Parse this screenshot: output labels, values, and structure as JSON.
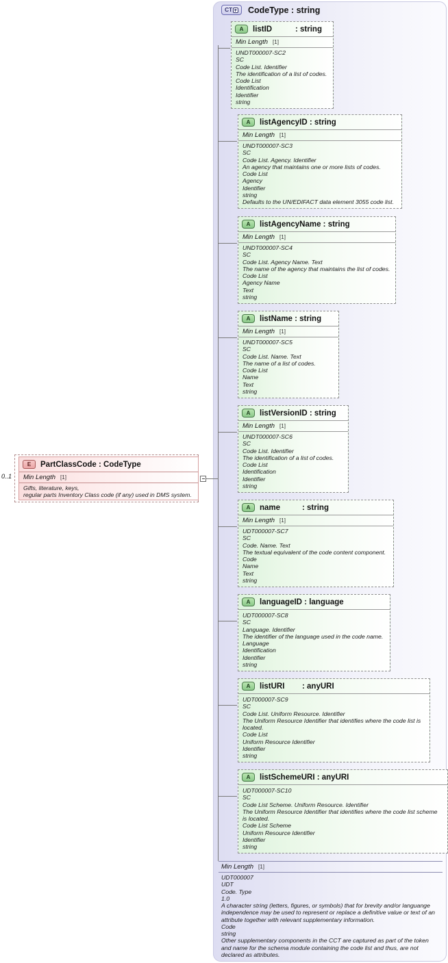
{
  "diagram": {
    "type": "xsd-schema-diagram",
    "background_color": "#ffffff",
    "container_color": "#e2e2f3",
    "attribute_color": "#e6f6e4",
    "element_color": "#fbe3e3"
  },
  "complex_type": {
    "badge": "CT",
    "badge_icon": "expand-plus-icon",
    "title": "CodeType : string",
    "footer": {
      "min_length_label": "Min Length",
      "cardinality": "[1]",
      "lines": [
        "UDT000007",
        "UDT",
        "Code. Type",
        "1.0",
        "A character string (letters, figures, or symbols) that for brevity and/or languange independence may be used to represent or replace a definitive value or text of an attribute together with relevant supplementary information.",
        "Code",
        "string",
        "Other supplementary components in the CCT are captured as part of the token and name for the schema module containing the code list and thus, are not declared as attributes."
      ]
    }
  },
  "element": {
    "badge": "E",
    "title": "PartClassCode : CodeType",
    "occurrence": "0..1",
    "min_length_label": "Min Length",
    "cardinality": "[1]",
    "lines": [
      "Gifts, literature, keys,",
      "regular parts Inventory Class code (if any) used in DMS system."
    ]
  },
  "attributes": [
    {
      "badge": "A",
      "name": "listID",
      "type": ": string",
      "has_min_length": true,
      "min_length_label": "Min Length",
      "cardinality": "[1]",
      "lines": [
        "UNDT000007-SC2",
        "SC",
        "Code List. Identifier",
        "The identification of a list of codes.",
        "Code List",
        "Identification",
        "Identifier",
        "string"
      ]
    },
    {
      "badge": "A",
      "name": "listAgencyID : string",
      "type": "",
      "has_min_length": true,
      "min_length_label": "Min Length",
      "cardinality": "[1]",
      "lines": [
        "UNDT000007-SC3",
        "SC",
        "Code List. Agency. Identifier",
        "An agency that maintains one or more lists of codes.",
        "Code List",
        "Agency",
        "Identifier",
        "string",
        "Defaults to the UN/EDIFACT data element 3055 code list."
      ]
    },
    {
      "badge": "A",
      "name": "listAgencyName : string",
      "type": "",
      "has_min_length": true,
      "min_length_label": "Min Length",
      "cardinality": "[1]",
      "lines": [
        "UNDT000007-SC4",
        "SC",
        "Code List. Agency Name. Text",
        "The name of the agency that maintains the list of codes.",
        "Code List",
        "Agency Name",
        "Text",
        "string"
      ]
    },
    {
      "badge": "A",
      "name": "listName : string",
      "type": "",
      "has_min_length": true,
      "min_length_label": "Min Length",
      "cardinality": "[1]",
      "lines": [
        "UNDT000007-SC5",
        "SC",
        "Code List. Name. Text",
        "The name of a list of codes.",
        "Code List",
        "Name",
        "Text",
        "string"
      ]
    },
    {
      "badge": "A",
      "name": "listVersionID : string",
      "type": "",
      "has_min_length": true,
      "min_length_label": "Min Length",
      "cardinality": "[1]",
      "lines": [
        "UNDT000007-SC6",
        "SC",
        "Code List. Identifier",
        "The identification of a list of codes.",
        "Code List",
        "Identification",
        "Identifier",
        "string"
      ]
    },
    {
      "badge": "A",
      "name": "name",
      "type": ": string",
      "has_min_length": true,
      "min_length_label": "Min Length",
      "cardinality": "[1]",
      "lines": [
        "UDT000007-SC7",
        "SC",
        "Code. Name. Text",
        "The textual equivalent of the code content component.",
        "Code",
        "Name",
        "Text",
        "string"
      ]
    },
    {
      "badge": "A",
      "name": "languageID : language",
      "type": "",
      "has_min_length": false,
      "min_length_label": "",
      "cardinality": "",
      "lines": [
        "UDT000007-SC8",
        "SC",
        "Language. Identifier",
        "The identifier of the language used in the code name.",
        "Language",
        "Identification",
        "Identifier",
        "string"
      ]
    },
    {
      "badge": "A",
      "name": "listURI",
      "type": ": anyURI",
      "has_min_length": false,
      "min_length_label": "",
      "cardinality": "",
      "lines": [
        "UDT000007-SC9",
        "SC",
        "Code List. Uniform Resource. Identifier",
        "The Uniform Resource Identifier that identifies where the code list is located.",
        "Code List",
        "Uniform Resource Identifier",
        "Identifier",
        "string"
      ]
    },
    {
      "badge": "A",
      "name": "listSchemeURI : anyURI",
      "type": "",
      "has_min_length": false,
      "min_length_label": "",
      "cardinality": "",
      "lines": [
        "UDT000007-SC10",
        "SC",
        "Code List Scheme. Uniform Resource. Identifier",
        "The Uniform Resource Identifier that identifies where the code list scheme is located.",
        "Code List Scheme",
        "Uniform Resource Identifier",
        "Identifier",
        "string"
      ]
    }
  ]
}
